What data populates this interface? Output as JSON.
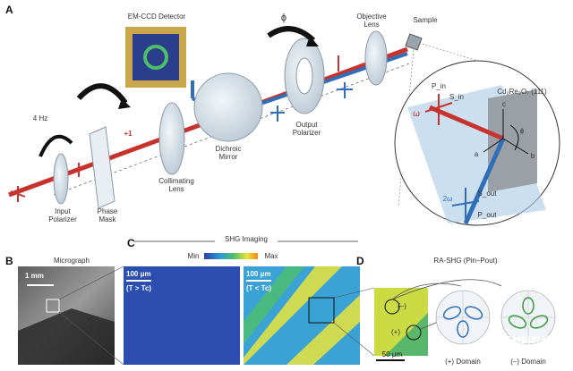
{
  "panels": {
    "a": "A",
    "b": "B",
    "c": "C",
    "d": "D"
  },
  "panel_a": {
    "em_ccd": "EM-CCD Detector",
    "objective": "Objective\nLens",
    "sample": "Sample",
    "phi": "ϕ",
    "freq": "4 Hz",
    "plus_one": "+1",
    "input_polarizer": "Input\nPolarizer",
    "phase_mask": "Phase\nMask",
    "collimating": "Collimating\nLens",
    "dichroic": "Dichroic\nMirror",
    "output_polarizer": "Output\nPolarizer",
    "inset": {
      "crystal": "Cd₂Re₂O₇ (111)",
      "p_in": "P_in",
      "s_in": "S_in",
      "omega": "ω",
      "two_omega": "2ω",
      "s_out": "S_out",
      "p_out": "P_out",
      "a": "a",
      "b": "b",
      "c": "c",
      "phi": "ϕ"
    }
  },
  "panel_b": {
    "title": "Micrograph",
    "scale": "1 mm"
  },
  "panel_c": {
    "title": "SHG Imaging",
    "min": "Min",
    "max": "Max",
    "left_scale": "100 μm",
    "left_cond": "(T > Tc)",
    "right_scale": "100 μm",
    "right_cond": "(T < Tc)"
  },
  "panel_d": {
    "title": "RA-SHG (Pin–Pout)",
    "minus": "(–)",
    "plus": "(+)",
    "scale": "50 μm",
    "plus_domain": "(+) Domain",
    "minus_domain": "(–) Domain"
  },
  "watermark": "新材料在线",
  "colors": {
    "beam_red": "#c8322c",
    "beam_blue": "#2f6fb8",
    "colormap": [
      "#2b3ea8",
      "#2f9bd6",
      "#4dbf6a",
      "#e9e43a",
      "#f08a1c"
    ]
  }
}
